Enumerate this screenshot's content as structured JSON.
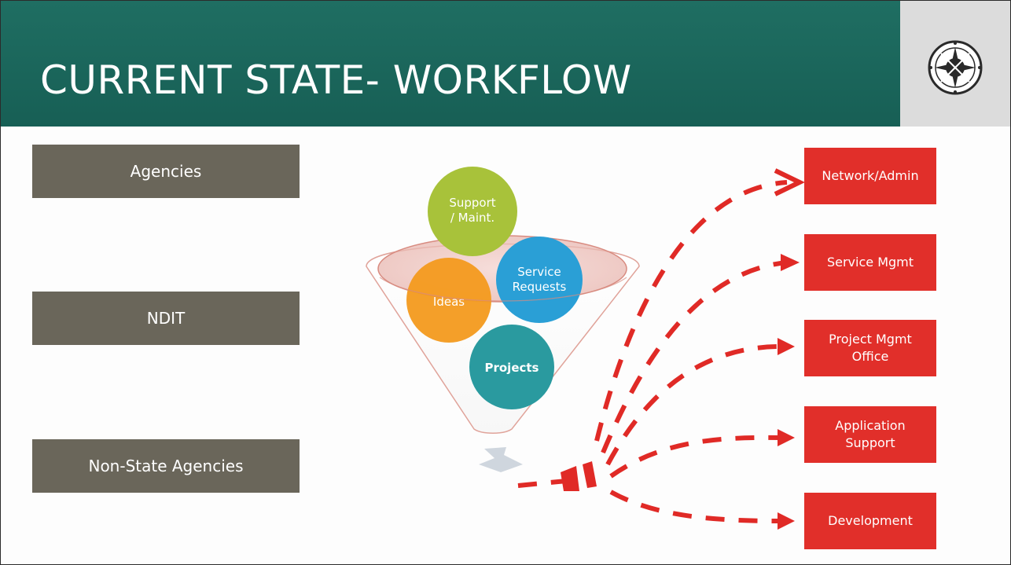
{
  "title": "CURRENT STATE- WORKFLOW",
  "logo": {
    "icon": "compass-icon"
  },
  "sources": [
    "Agencies",
    "NDIT",
    "Non-State Agencies"
  ],
  "funnel": {
    "circles": [
      {
        "line1": "Support",
        "line2": "/ Maint.",
        "color": "#a8c23a"
      },
      {
        "line1": "Service",
        "line2": "Requests",
        "color": "#2a9fd6"
      },
      {
        "line1": "Ideas",
        "line2": "",
        "color": "#f39a1e"
      },
      {
        "line1": "Projects",
        "line2": "",
        "color": "#2a9a9f"
      }
    ]
  },
  "destinations": [
    {
      "line1": "Network/Admin",
      "line2": ""
    },
    {
      "line1": "Service Mgmt",
      "line2": ""
    },
    {
      "line1": "Project Mgmt",
      "line2": "Office"
    },
    {
      "line1": "Application",
      "line2": "Support"
    },
    {
      "line1": "Development",
      "line2": ""
    }
  ],
  "colors": {
    "header": "#1a675b",
    "source_box": "#6a665a",
    "dest_box": "#e12f2a",
    "arrow": "#e02a26"
  }
}
